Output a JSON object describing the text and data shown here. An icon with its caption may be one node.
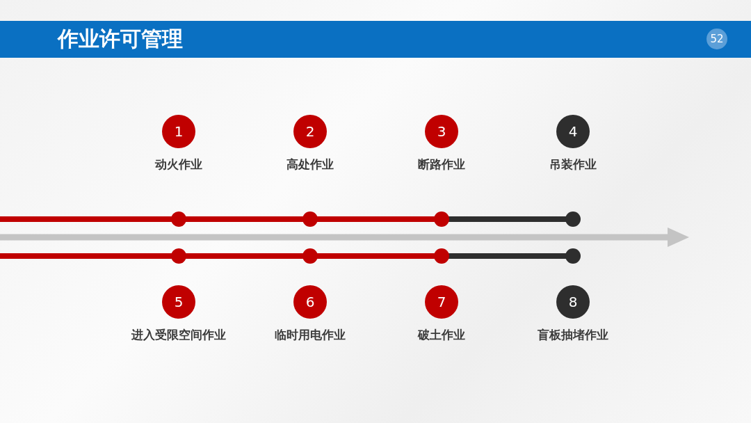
{
  "diagram": {
    "title": "作业许可管理",
    "nodes": [
      {
        "text": [
          "1",
          "动火作业"
        ]
      },
      {
        "text": [
          "2",
          "高处作业"
        ]
      },
      {
        "text": [
          "3",
          "断路作业"
        ]
      },
      {
        "text": [
          "4",
          "吊装作业"
        ]
      },
      {
        "text": [
          "5",
          "进入受限空间作业"
        ]
      },
      {
        "text": [
          "6",
          "临时用电作业"
        ]
      },
      {
        "text": [
          "7",
          "破土作业"
        ]
      },
      {
        "text": [
          "8",
          "盲板抽堵作业"
        ]
      }
    ],
    "labels": [
      "52"
    ]
  }
}
